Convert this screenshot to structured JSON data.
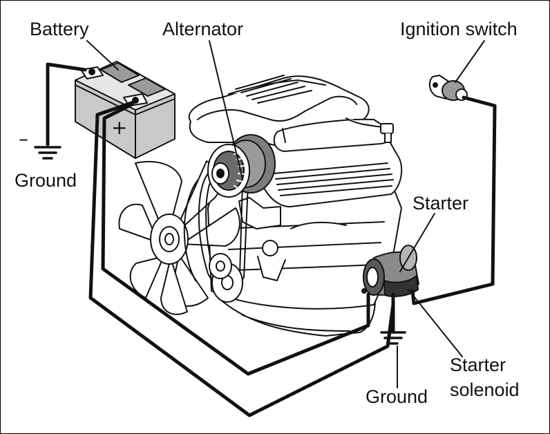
{
  "labels": {
    "battery": "Battery",
    "alternator": "Alternator",
    "ignition_switch": "Ignition switch",
    "ground_left": "Ground",
    "starter": "Starter",
    "starter_solenoid_line1": "Starter",
    "starter_solenoid_line2": "solenoid",
    "ground_bottom": "Ground",
    "negative_terminal": "–",
    "positive_terminal": "+"
  },
  "colors": {
    "line": "#111111",
    "battery_body": "#c9c9c9",
    "starter_body": "#8a8a8a",
    "alternator_body": "#7d7d7d",
    "engine_fill": "#ffffff"
  }
}
